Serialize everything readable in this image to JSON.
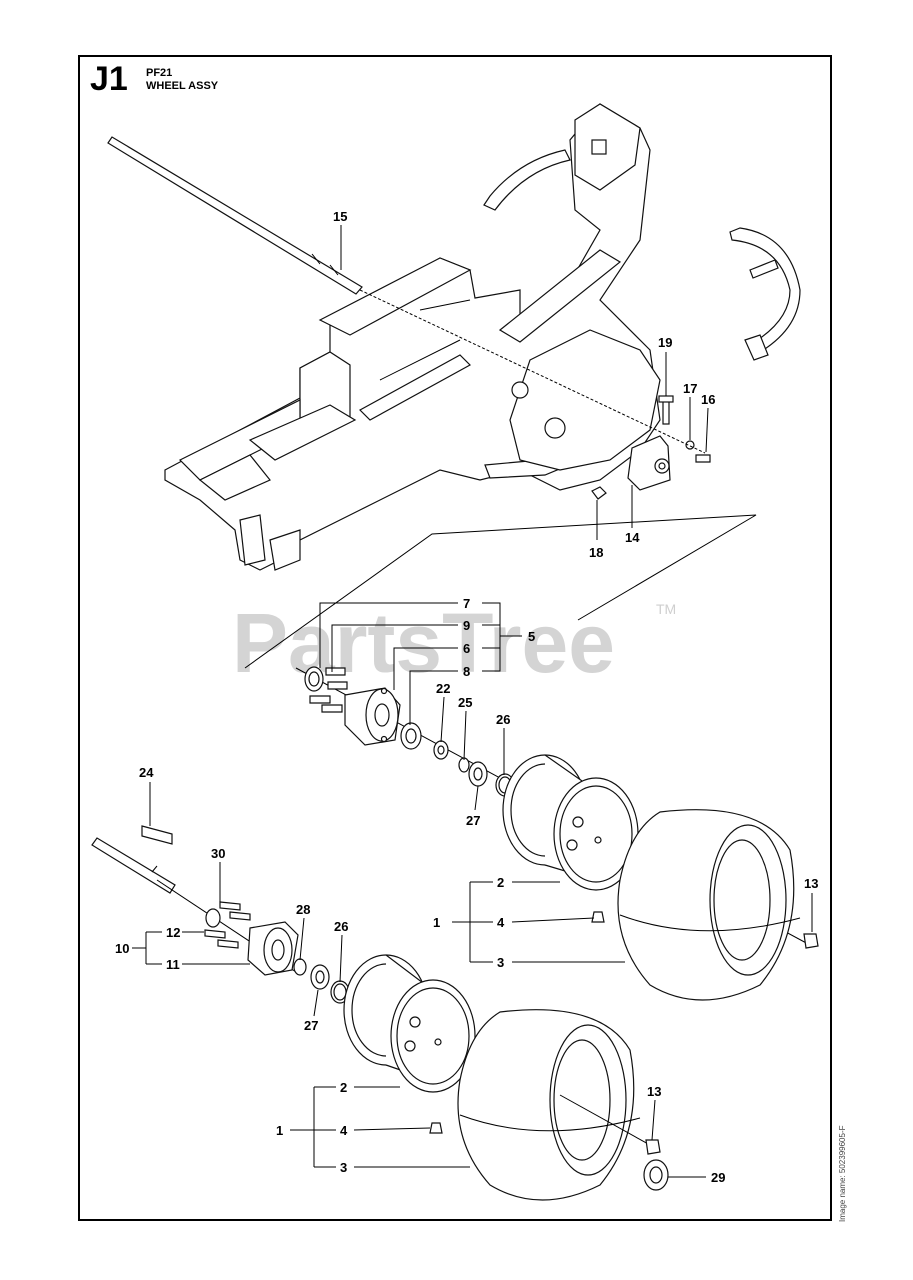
{
  "header": {
    "section_code": "J1",
    "section_id": "PF21",
    "section_title": "WHEEL ASSY"
  },
  "watermark": {
    "brand": "PartsTree",
    "trademark": "TM"
  },
  "footer": {
    "image_name": "Image name: 502399605-F"
  },
  "callouts": {
    "c1a": "1",
    "c2a": "2",
    "c3a": "3",
    "c4a": "4",
    "c5": "5",
    "c6": "6",
    "c7": "7",
    "c8": "8",
    "c9": "9",
    "c10": "10",
    "c11": "11",
    "c12": "12",
    "c13a": "13",
    "c13b": "13",
    "c14": "14",
    "c15": "15",
    "c16": "16",
    "c17": "17",
    "c18": "18",
    "c19": "19",
    "c22": "22",
    "c24": "24",
    "c25": "25",
    "c26a": "26",
    "c26b": "26",
    "c27a": "27",
    "c27b": "27",
    "c28": "28",
    "c29": "29",
    "c30": "30",
    "c1b": "1",
    "c2b": "2",
    "c3b": "3",
    "c4b": "4"
  },
  "colors": {
    "line": "#000000",
    "watermark": "#d4d4d4"
  }
}
